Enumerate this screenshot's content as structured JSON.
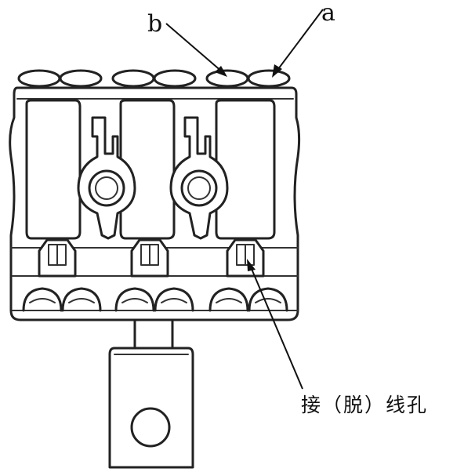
{
  "labels": {
    "a": "a",
    "b": "b",
    "wire_hole": "接（脱）线孔"
  },
  "colors": {
    "ink": "#222222",
    "background": "#ffffff"
  }
}
